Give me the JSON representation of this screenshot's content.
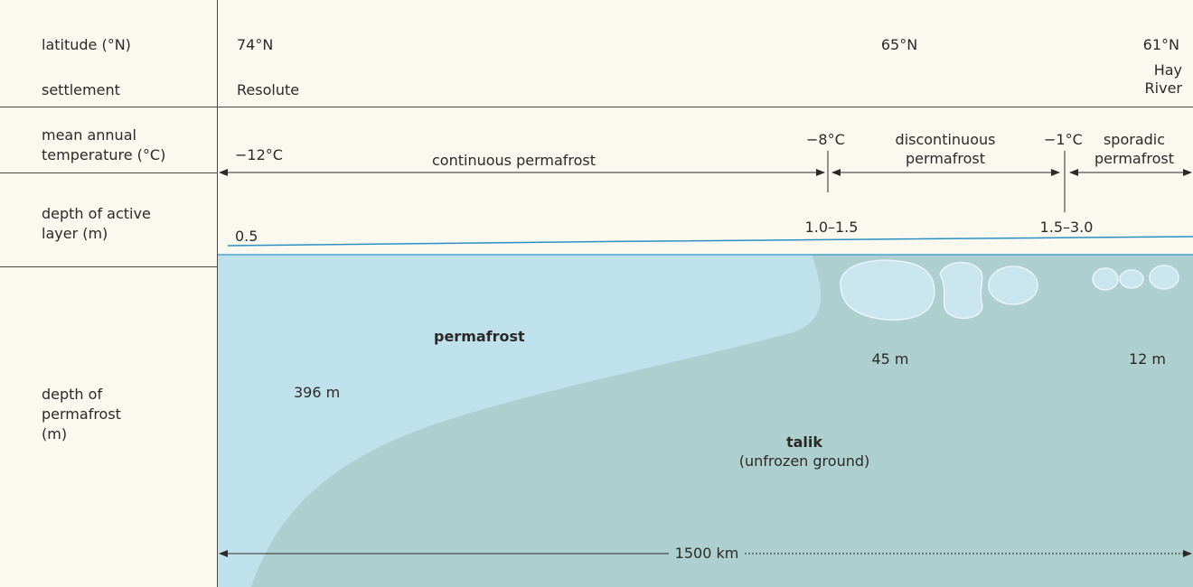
{
  "colors": {
    "background": "#fbf8ef",
    "permafrost": "#bfe1ec",
    "talik": "#aecfd0",
    "ice_lens": "#c9e6ee",
    "active_layer_line": "#2b8fc4",
    "text": "#2c2a26"
  },
  "rows": {
    "latitude_label": "latitude (°N)",
    "settlement_label": "settlement",
    "temperature_label_1": "mean annual",
    "temperature_label_2": "temperature (°C)",
    "active_layer_label_1": "depth of active",
    "active_layer_label_2": "layer (m)",
    "permafrost_depth_label_1": "depth of",
    "permafrost_depth_label_2": "permafrost",
    "permafrost_depth_label_3": "(m)"
  },
  "latitudes": {
    "resolute": "74°N",
    "middle": "65°N",
    "hay_river": "61°N"
  },
  "settlements": {
    "resolute": "Resolute",
    "hay_river_1": "Hay",
    "hay_river_2": "River"
  },
  "temperatures": {
    "continuous": "−12°C",
    "discontinuous": "−8°C",
    "sporadic": "−1°C"
  },
  "zones": {
    "continuous": "continuous permafrost",
    "discontinuous_1": "discontinuous",
    "discontinuous_2": "permafrost",
    "sporadic_1": "sporadic",
    "sporadic_2": "permafrost"
  },
  "active_layer": {
    "continuous": "0.5",
    "discontinuous": "1.0–1.5",
    "sporadic": "1.5–3.0"
  },
  "depths": {
    "continuous": "396 m",
    "discontinuous": "45 m",
    "sporadic": "12 m"
  },
  "labels": {
    "permafrost": "permafrost",
    "talik": "talik",
    "talik_note": "(unfrozen ground)",
    "distance": "1500 km"
  }
}
